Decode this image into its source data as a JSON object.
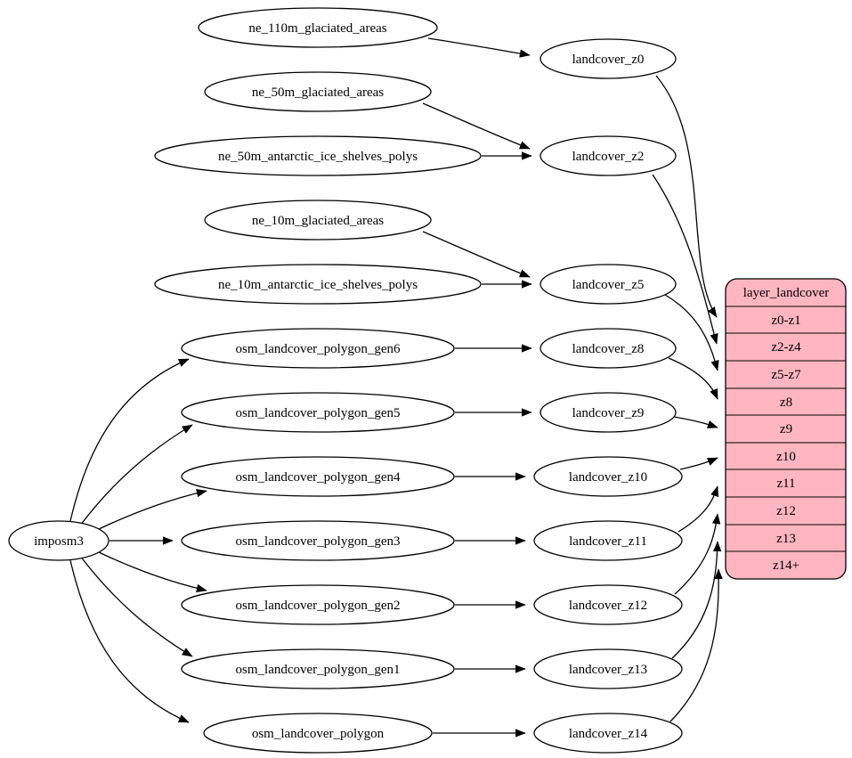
{
  "diagram": {
    "colors": {
      "background": "#ffffff",
      "node_fill": "#ffffff",
      "node_stroke": "#000000",
      "edge": "#000000",
      "record_fill": "#ffb6c1"
    },
    "root": {
      "label": "imposm3"
    },
    "sources": [
      {
        "label": "ne_110m_glaciated_areas"
      },
      {
        "label": "ne_50m_glaciated_areas"
      },
      {
        "label": "ne_50m_antarctic_ice_shelves_polys"
      },
      {
        "label": "ne_10m_glaciated_areas"
      },
      {
        "label": "ne_10m_antarctic_ice_shelves_polys"
      },
      {
        "label": "osm_landcover_polygon_gen6"
      },
      {
        "label": "osm_landcover_polygon_gen5"
      },
      {
        "label": "osm_landcover_polygon_gen4"
      },
      {
        "label": "osm_landcover_polygon_gen3"
      },
      {
        "label": "osm_landcover_polygon_gen2"
      },
      {
        "label": "osm_landcover_polygon_gen1"
      },
      {
        "label": "osm_landcover_polygon"
      }
    ],
    "transforms": [
      {
        "label": "landcover_z0"
      },
      {
        "label": "landcover_z2"
      },
      {
        "label": "landcover_z5"
      },
      {
        "label": "landcover_z8"
      },
      {
        "label": "landcover_z9"
      },
      {
        "label": "landcover_z10"
      },
      {
        "label": "landcover_z11"
      },
      {
        "label": "landcover_z12"
      },
      {
        "label": "landcover_z13"
      },
      {
        "label": "landcover_z14"
      }
    ],
    "record": {
      "title": "layer_landcover",
      "rows": [
        "z0-z1",
        "z2-z4",
        "z5-z7",
        "z8",
        "z9",
        "z10",
        "z11",
        "z12",
        "z13",
        "z14+"
      ]
    },
    "edges": [
      {
        "from": "ne_110m_glaciated_areas",
        "to": "landcover_z0"
      },
      {
        "from": "ne_50m_glaciated_areas",
        "to": "landcover_z2"
      },
      {
        "from": "ne_50m_antarctic_ice_shelves_polys",
        "to": "landcover_z2"
      },
      {
        "from": "ne_10m_glaciated_areas",
        "to": "landcover_z5"
      },
      {
        "from": "ne_10m_antarctic_ice_shelves_polys",
        "to": "landcover_z5"
      },
      {
        "from": "osm_landcover_polygon_gen6",
        "to": "landcover_z8"
      },
      {
        "from": "osm_landcover_polygon_gen5",
        "to": "landcover_z9"
      },
      {
        "from": "osm_landcover_polygon_gen4",
        "to": "landcover_z10"
      },
      {
        "from": "osm_landcover_polygon_gen3",
        "to": "landcover_z11"
      },
      {
        "from": "osm_landcover_polygon_gen2",
        "to": "landcover_z12"
      },
      {
        "from": "osm_landcover_polygon_gen1",
        "to": "landcover_z13"
      },
      {
        "from": "osm_landcover_polygon",
        "to": "landcover_z14"
      },
      {
        "from": "imposm3",
        "to": "osm_landcover_polygon_gen6"
      },
      {
        "from": "imposm3",
        "to": "osm_landcover_polygon_gen5"
      },
      {
        "from": "imposm3",
        "to": "osm_landcover_polygon_gen4"
      },
      {
        "from": "imposm3",
        "to": "osm_landcover_polygon_gen3"
      },
      {
        "from": "imposm3",
        "to": "osm_landcover_polygon_gen2"
      },
      {
        "from": "imposm3",
        "to": "osm_landcover_polygon_gen1"
      },
      {
        "from": "imposm3",
        "to": "osm_landcover_polygon"
      },
      {
        "from": "landcover_z0",
        "to": "layer_landcover.z0-z1"
      },
      {
        "from": "landcover_z2",
        "to": "layer_landcover.z2-z4"
      },
      {
        "from": "landcover_z5",
        "to": "layer_landcover.z5-z7"
      },
      {
        "from": "landcover_z8",
        "to": "layer_landcover.z8"
      },
      {
        "from": "landcover_z9",
        "to": "layer_landcover.z9"
      },
      {
        "from": "landcover_z10",
        "to": "layer_landcover.z10"
      },
      {
        "from": "landcover_z11",
        "to": "layer_landcover.z11"
      },
      {
        "from": "landcover_z12",
        "to": "layer_landcover.z12"
      },
      {
        "from": "landcover_z13",
        "to": "layer_landcover.z13"
      },
      {
        "from": "landcover_z14",
        "to": "layer_landcover.z14+"
      }
    ]
  }
}
